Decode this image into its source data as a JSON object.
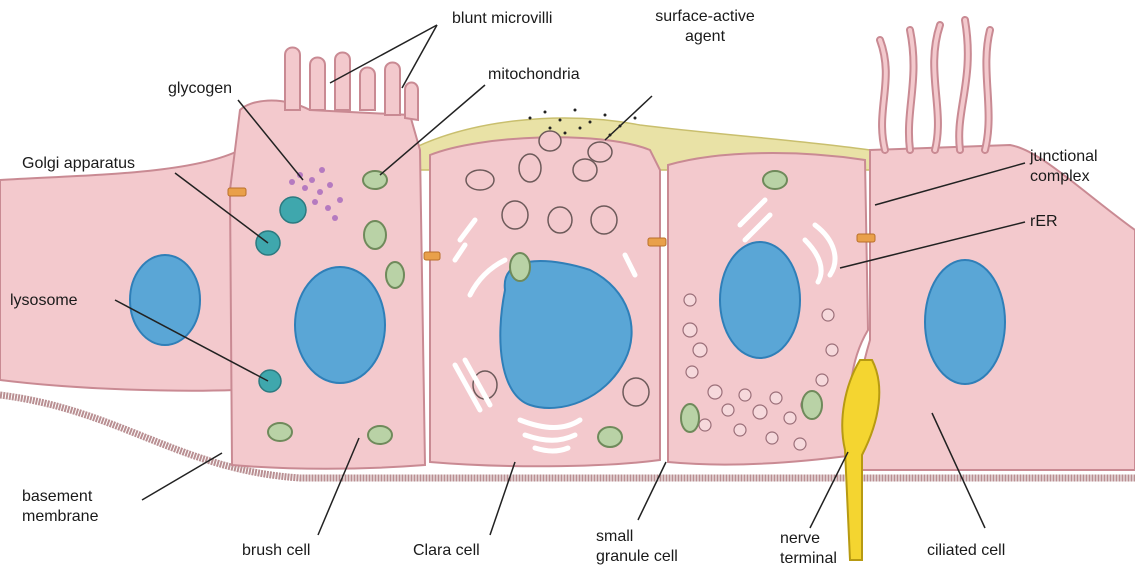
{
  "labels": {
    "blunt_microvilli": "blunt microvilli",
    "surface_active_l1": "surface-active",
    "surface_active_l2": "agent",
    "glycogen": "glycogen",
    "mitochondria": "mitochondria",
    "golgi": "Golgi apparatus",
    "junctional_l1": "junctional",
    "junctional_l2": "complex",
    "rer": "rER",
    "lysosome": "lysosome",
    "basement_l1": "basement",
    "basement_l2": "membrane",
    "brush_cell": "brush cell",
    "clara_cell": "Clara cell",
    "small_granule_l1": "small",
    "small_granule_l2": "granule cell",
    "nerve_l1": "nerve",
    "nerve_l2": "terminal",
    "ciliated_cell": "ciliated cell"
  },
  "colors": {
    "cell_fill": "#f3c9cd",
    "cell_edge": "#c98a93",
    "nucleus": "#5aa6d6",
    "nucleus_edge": "#2f7fb8",
    "mito_fill": "#b9d2a6",
    "mito_edge": "#6f8a5b",
    "lysosome": "#3fa7ad",
    "glycogen": "#b57ac0",
    "surfactant": "#e9e2a6",
    "nerve": "#f4d530",
    "basement": "#b98f92",
    "leader": "#222222"
  }
}
